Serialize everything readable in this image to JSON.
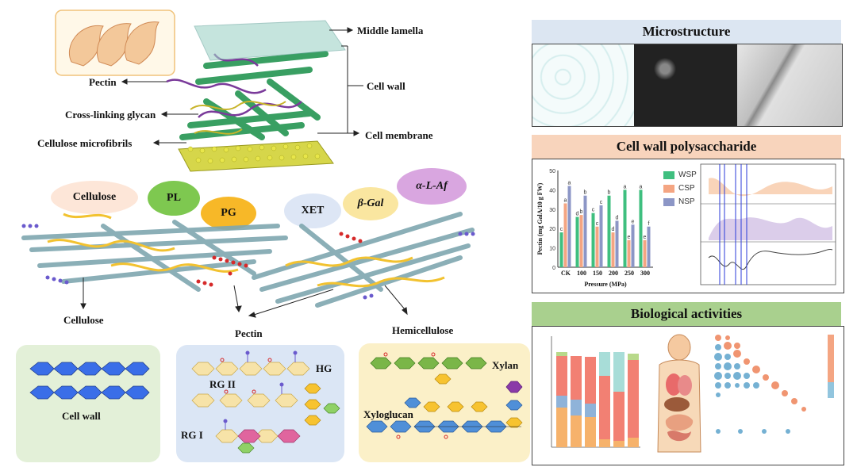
{
  "structure": {
    "middle_lamella": "Middle lamella",
    "cell_wall": "Cell wall",
    "pectin": "Pectin",
    "cross_linking_glycan": "Cross-linking glycan",
    "cell_membrane": "Cell membrane",
    "cellulose_microfibrils": "Cellulose microfibrils"
  },
  "enzymes": {
    "cellulose": "Cellulose",
    "pl": "PL",
    "pg": "PG",
    "xet": "XET",
    "b_gal": "β-Gal",
    "a_l_af": "α-L-Af"
  },
  "network": {
    "cellulose": "Cellulose",
    "pectin": "Pectin",
    "hemicellulose": "Hemicellulose"
  },
  "bottom": {
    "cell_wall": "Cell wall",
    "hg": "HG",
    "rg2": "RG II",
    "rg1": "RG I",
    "xylan": "Xylan",
    "xyloglucan": "Xyloglucan"
  },
  "right": {
    "microstructure": "Microstructure",
    "polysaccharide": "Cell wall polysaccharide",
    "bio": "Biological activities",
    "ylabel": "Pectin (mg GalA/10 g FW)",
    "xlabel": "Pressure (MPa)"
  },
  "chart_data": [
    {
      "type": "bar",
      "categories": [
        "CK",
        "100",
        "150",
        "200",
        "250",
        "300"
      ],
      "series": [
        {
          "name": "WSP",
          "values": [
            18,
            26,
            28,
            37,
            40,
            40
          ]
        },
        {
          "name": "CSP",
          "values": [
            33,
            27,
            21,
            18,
            14,
            14
          ]
        },
        {
          "name": "NSP",
          "values": [
            42,
            37,
            32,
            24,
            22,
            21
          ]
        }
      ],
      "letters": [
        [
          "c",
          "a",
          "a"
        ],
        [
          "d",
          "b",
          "b"
        ],
        [
          "c",
          "c",
          "c"
        ],
        [
          "b",
          "d",
          "d"
        ],
        [
          "a",
          "e",
          "e"
        ],
        [
          "a",
          "e",
          "f"
        ]
      ],
      "xlabel": "Pressure (MPa)",
      "ylabel": "Pectin (mg GalA/10 g FW)",
      "ylim": [
        0,
        50
      ],
      "colors": {
        "WSP": "#3fbf7f",
        "CSP": "#f4a582",
        "NSP": "#8c96c6"
      }
    }
  ]
}
